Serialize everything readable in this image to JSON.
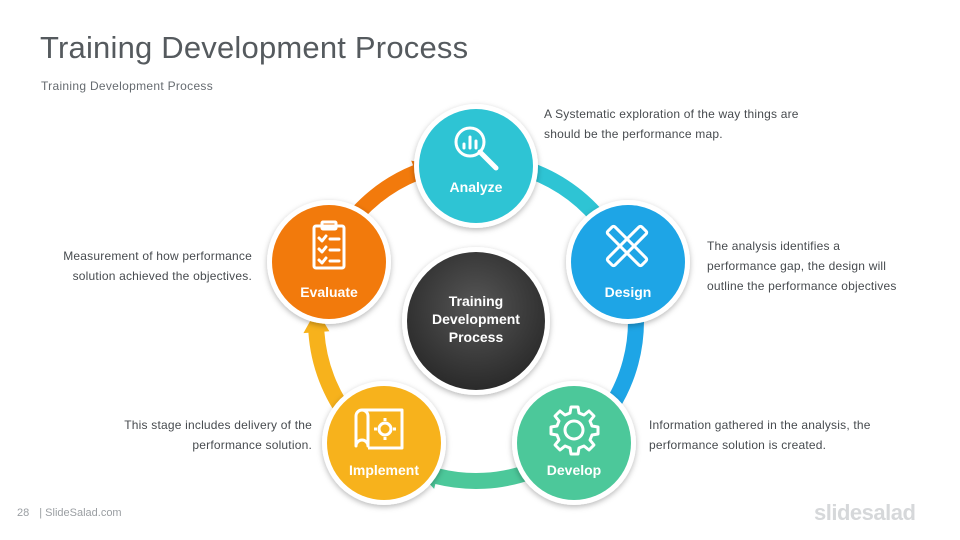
{
  "header": {
    "title": "Training Development Process",
    "subtitle": "Training Development Process"
  },
  "center": {
    "lines": [
      "Training",
      "Development",
      "Process"
    ],
    "color": "#3a3a3a"
  },
  "stages": [
    {
      "label": "Analyze",
      "color": "#2ec4d4",
      "icon": "magnifier-chart-icon",
      "desc": [
        "A Systematic exploration of the way things are",
        "should be the performance map."
      ]
    },
    {
      "label": "Design",
      "color": "#1ea5e6",
      "icon": "pencil-ruler-icon",
      "desc": [
        "The analysis identifies a",
        "performance gap, the design will",
        "outline the performance objectives"
      ]
    },
    {
      "label": "Develop",
      "color": "#4cc89a",
      "icon": "gear-icon",
      "desc": [
        "Information gathered in the analysis, the",
        "performance solution is created."
      ]
    },
    {
      "label": "Implement",
      "color": "#f7b21c",
      "icon": "blueprint-gear-icon",
      "desc": [
        "This stage includes delivery of the",
        "performance solution."
      ]
    },
    {
      "label": "Evaluate",
      "color": "#f27a0c",
      "icon": "checklist-clipboard-icon",
      "desc": [
        "Measurement of how performance",
        "solution achieved the objectives."
      ]
    }
  ],
  "footer": {
    "page_number": "28",
    "source": "| SlideSalad.com",
    "brand": "slidesalad"
  }
}
